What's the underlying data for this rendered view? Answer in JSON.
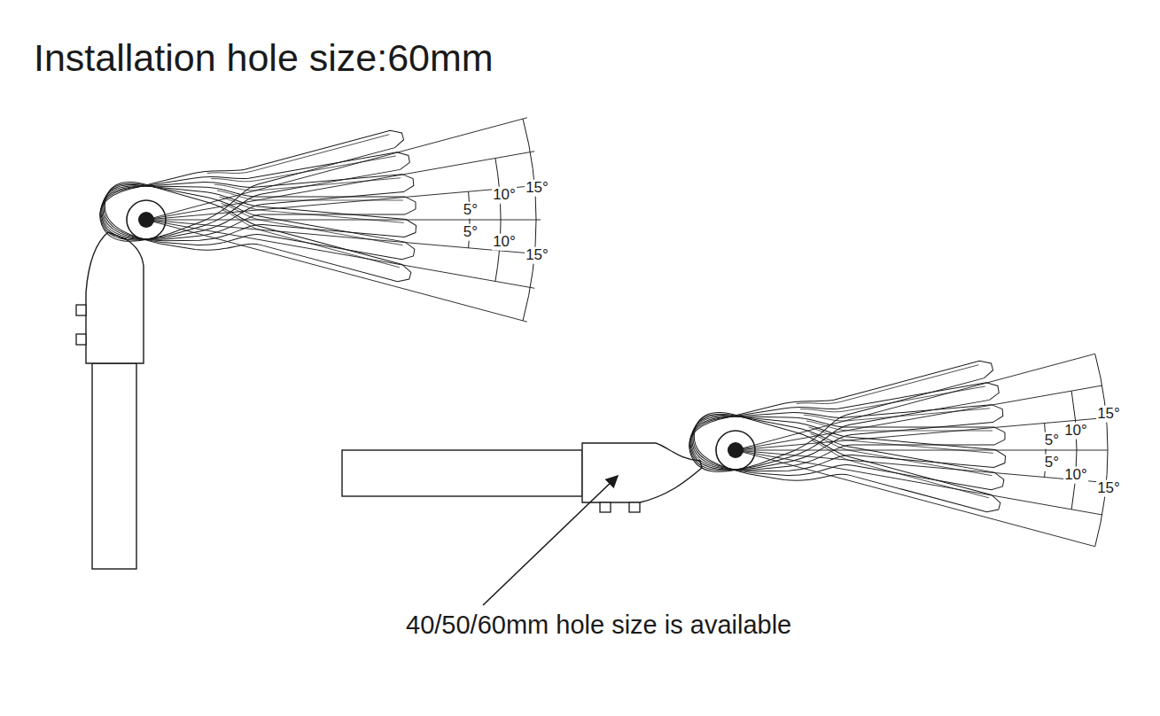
{
  "diagram": {
    "title": "Installation hole size:60mm",
    "labels": [
      "15°",
      "10°",
      "5°",
      "5°",
      "10°",
      "15°",
      "15°",
      "10°",
      "5°",
      "5°",
      "10°",
      "15°",
      "40/50/60mm hole size is available"
    ]
  }
}
